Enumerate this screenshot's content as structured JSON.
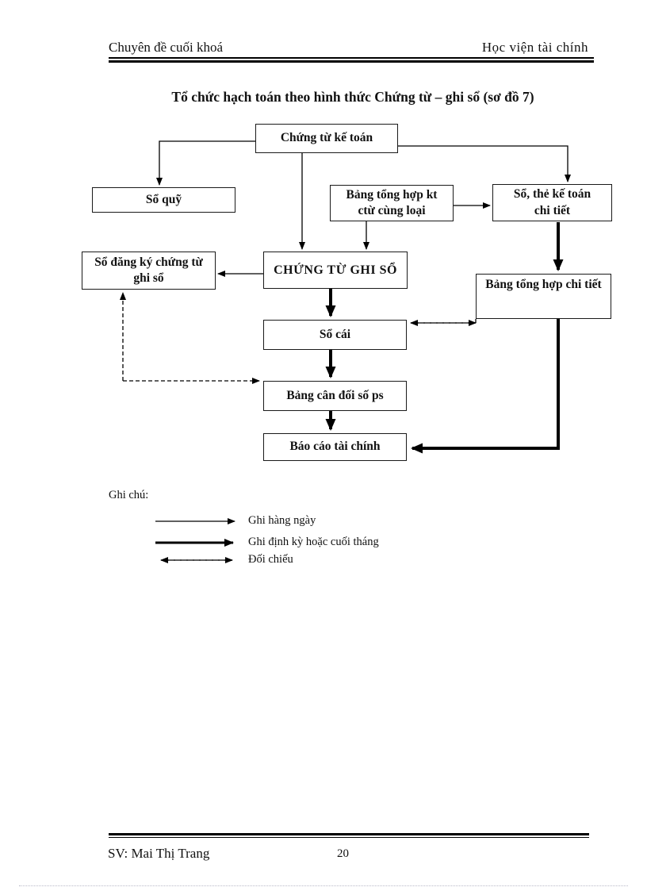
{
  "header": {
    "left": "Chuyên đề cuối khoá",
    "right": "Học viện tài chính"
  },
  "title": "Tổ chức hạch toán theo hình thức Chứng từ – ghi sổ (sơ đồ 7)",
  "diagram": {
    "boxes": {
      "chung_tu_ke_toan": "Chứng từ kế toán",
      "so_quy": "Sổ quỹ",
      "bang_tong_hop_kt": "Bảng tổng hợp kt\nctừ cùng loại",
      "so_the_ke_toan": "Sổ, thẻ kế toán\nchi tiết",
      "so_dang_ky": "Sổ đăng ký chứng từ\nghi sổ",
      "chung_tu_ghi_so": "CHỨNG TỪ GHI SỔ",
      "bang_tong_hop_chi_tiet": "Bảng tổng hợp chi tiết",
      "so_cai": "Sổ cái",
      "bang_can_doi": "Bảng cân đối số ps",
      "bao_cao_tai_chinh": "Báo cáo tài chính"
    },
    "line_color": "#000000"
  },
  "legend": {
    "title": "Ghi chú:",
    "items": [
      {
        "style": "thin-solid-arrow",
        "label": "Ghi hàng ngày"
      },
      {
        "style": "thick-solid-arrow",
        "label": "Ghi định kỳ hoặc cuối tháng"
      },
      {
        "style": "dashed-double-arrow",
        "label": "Đối chiếu"
      }
    ]
  },
  "footer": {
    "author": "SV: Mai Thị Trang",
    "page_number": "20"
  }
}
